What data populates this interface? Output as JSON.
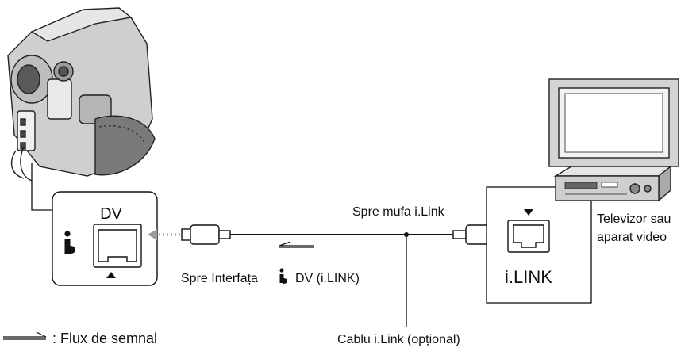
{
  "camcorder_port": {
    "title": "DV"
  },
  "tv_port": {
    "label": "i.LINK"
  },
  "labels": {
    "to_ilink_jack": "Spre mufa i.Link",
    "to_dv_interface_prefix": "Spre Interfața",
    "to_dv_interface_suffix": "DV (i.LINK)",
    "cable": "Cablu i.Link (opțional)",
    "device_line1": "Televizor sau",
    "device_line2": "aparat video"
  },
  "legend": {
    "text": ": Flux de semnal"
  },
  "icons": {
    "camcorder": "camcorder-icon",
    "tv": "television-icon",
    "vcr": "vcr-icon",
    "ilink_symbol": "ilink-symbol-icon",
    "signal_flow": "signal-flow-arrow-icon"
  },
  "colors": {
    "line": "#111111",
    "dotted_arrow": "#9a9a9a",
    "device_gray": "#d0d0d0"
  }
}
